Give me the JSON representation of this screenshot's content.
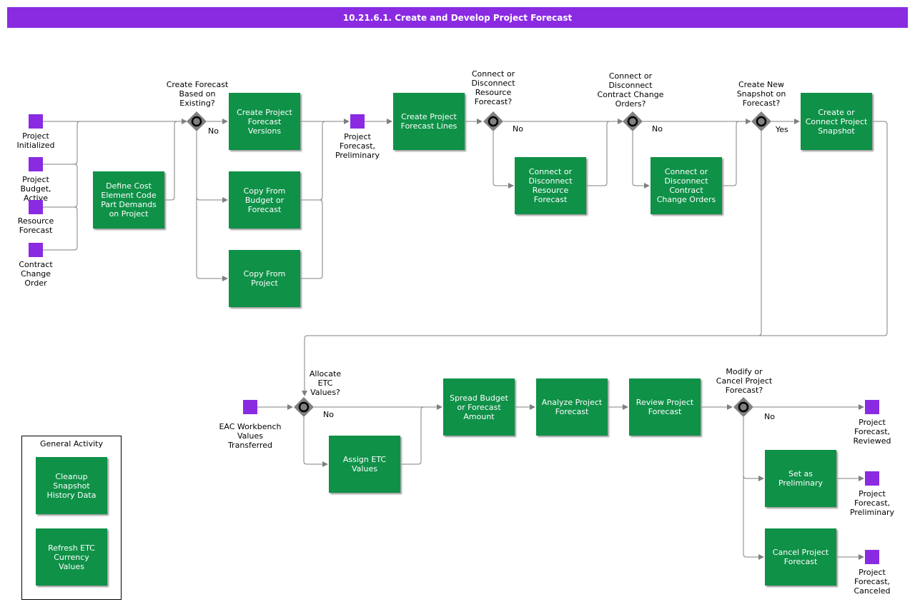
{
  "title": "10.21.6.1. Create and Develop Project Forecast",
  "colors": {
    "event": "#8a2be2",
    "activity": "#0f9148",
    "header": "#8a2be2",
    "connector": "#808080",
    "gateway": "#808080"
  },
  "events": {
    "project_initialized": "Project\nInitialized",
    "project_budget_active": "Project\nBudget,\nActive",
    "resource_forecast": "Resource\nForecast",
    "contract_change_order": "Contract\nChange\nOrder",
    "project_forecast_preliminary_mid": "Project\nForecast,\nPreliminary",
    "eac_workbench": "EAC Workbench\nValues\nTransferred",
    "project_forecast_reviewed": "Project\nForecast,\nReviewed",
    "project_forecast_preliminary_end": "Project\nForecast,\nPreliminary",
    "project_forecast_canceled": "Project\nForecast,\nCanceled"
  },
  "activities": {
    "define_cost_element": "Define Cost\nElement Code\nPart Demands\non Project",
    "create_versions": "Create Project\nForecast\nVersions",
    "copy_budget": "Copy From\nBudget or\nForecast",
    "copy_project": "Copy From\nProject",
    "create_lines": "Create Project\nForecast Lines",
    "connect_resource": "Connect or\nDisconnect\nResource\nForecast",
    "connect_contract": "Connect or\nDisconnect\nContract\nChange Orders",
    "snapshot": "Create or\nConnect Project\nSnapshot",
    "assign_etc": "Assign ETC\nValues",
    "spread_budget": "Spread Budget\nor Forecast\nAmount",
    "analyze": "Analyze Project\nForecast",
    "review": "Review Project\nForecast",
    "set_preliminary": "Set as\nPreliminary",
    "cancel": "Cancel Project\nForecast"
  },
  "gateways": {
    "based_on_existing": "Create Forecast\nBased on\nExisting?",
    "connect_resource": "Connect or\nDisconnect\nResource\nForecast?",
    "connect_contract": "Connect or\nDisconnect\nContract Change\nOrders?",
    "create_snapshot": "Create New\nSnapshot on\nForecast?",
    "allocate_etc": "Allocate\nETC\nValues?",
    "modify_cancel": "Modify or\nCancel Project\nForecast?"
  },
  "flow_labels": {
    "no": "No",
    "yes": "Yes"
  },
  "legend": {
    "title": "General Activity",
    "cleanup": "Cleanup\nSnapshot\nHistory Data",
    "refresh": "Refresh ETC\nCurrency\nValues"
  }
}
